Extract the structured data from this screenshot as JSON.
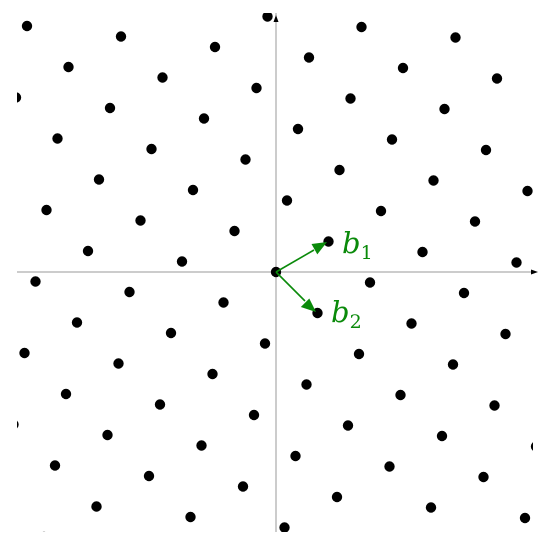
{
  "diagram": {
    "colors": {
      "points": "#000000",
      "axes": "#9a9a9a",
      "basis": "#0a8a0a"
    },
    "basis_vectors": [
      {
        "symbol": "b",
        "subscript": "1"
      },
      {
        "symbol": "b",
        "subscript": "2"
      }
    ]
  }
}
